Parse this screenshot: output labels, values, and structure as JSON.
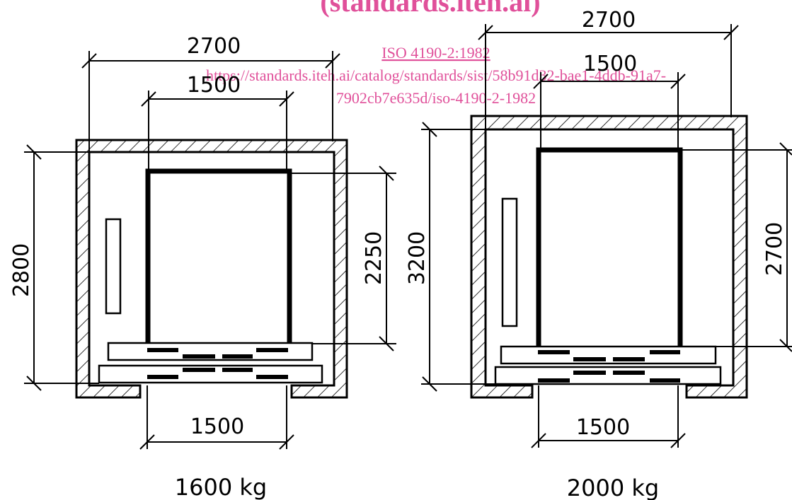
{
  "watermark": {
    "headline": "(standards.iteh.ai)",
    "link_text": "ISO 4190-2:1982",
    "url_line1": "https://standards.iteh.ai/catalog/standards/sist/58b91d32-bae1-4ddb-91a7-",
    "url_line2": "7902cb7e635d/iso-4190-2-1982"
  },
  "left_shaft": {
    "shaft_width": "2700",
    "car_width": "1500",
    "shaft_depth": "2800",
    "car_depth": "2250",
    "door_width": "1500",
    "capacity": "1600 kg"
  },
  "right_shaft": {
    "shaft_width": "2700",
    "car_width": "1500",
    "shaft_depth": "3200",
    "car_depth": "2700",
    "door_width": "1500",
    "capacity": "2000 kg"
  }
}
